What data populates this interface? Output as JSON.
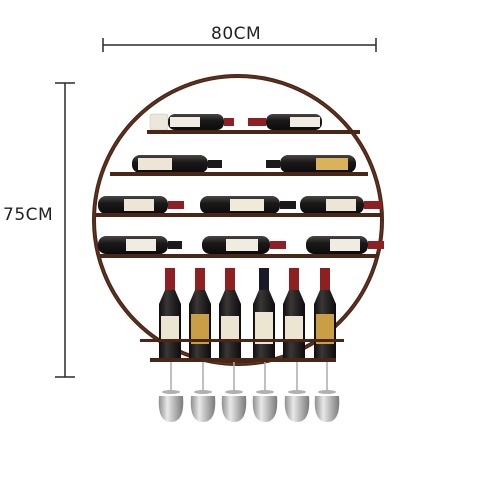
{
  "dimensions": {
    "width_label": "80CM",
    "height_label": "75CM"
  },
  "colors": {
    "frame": "#4a2617",
    "frame_highlight": "#7a4530",
    "dimension_line": "#2a2a2a",
    "bottle_glass": "#1c1a1a",
    "capsule_red": "#8e1f22",
    "label_cream": "#ebe3cf",
    "label_gold": "#c9a044",
    "glass_silver": "#c9c9c9"
  },
  "product": {
    "type": "round wall-mounted wine rack",
    "rows_horizontal_bottles": [
      2,
      2,
      3,
      3
    ],
    "upright_bottles": 6,
    "hanging_glasses": 6
  }
}
